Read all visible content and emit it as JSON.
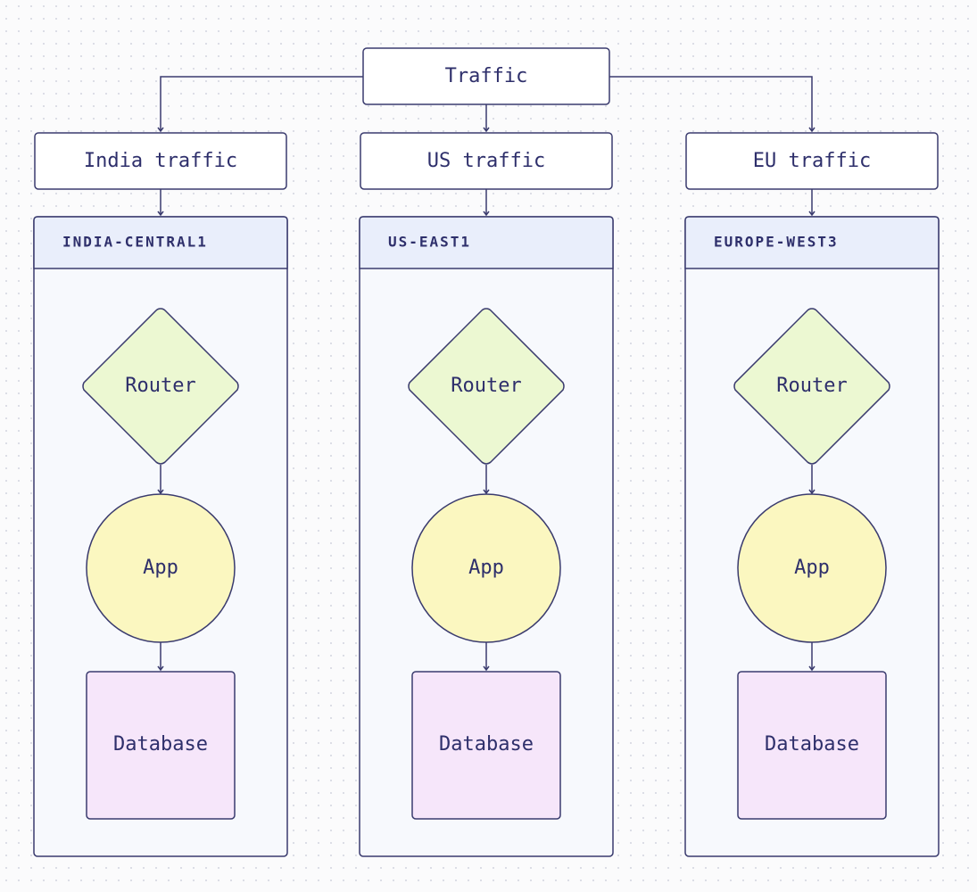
{
  "root": {
    "label": "Traffic"
  },
  "columns": [
    {
      "traffic_label": "India traffic",
      "region": "INDIA-CENTRAL1",
      "router": "Router",
      "app": "App",
      "database": "Database"
    },
    {
      "traffic_label": "US traffic",
      "region": "US-EAST1",
      "router": "Router",
      "app": "App",
      "database": "Database"
    },
    {
      "traffic_label": "EU traffic",
      "region": "EUROPE-WEST3",
      "router": "Router",
      "app": "App",
      "database": "Database"
    }
  ],
  "colors": {
    "stroke": "#3a3b6e",
    "text": "#2e2f6b",
    "node_fill": "#ffffff",
    "region_header_fill": "#e9eefb",
    "region_body_fill": "#f7f9fd",
    "router_fill": "#ecf8d2",
    "app_fill": "#fbf7c0",
    "database_fill": "#f6e6fa"
  }
}
